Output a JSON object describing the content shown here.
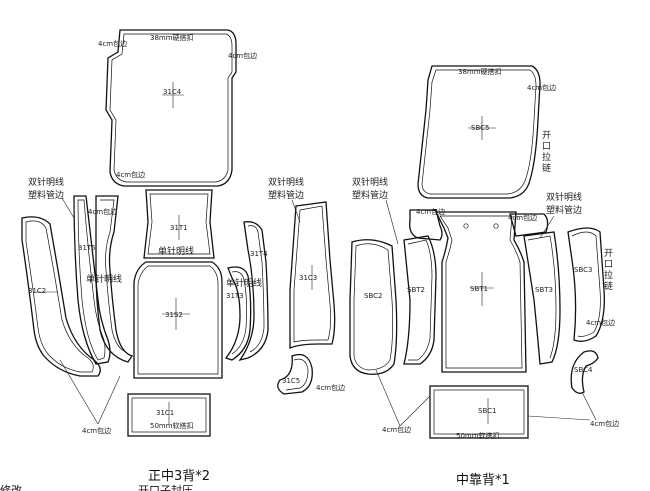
{
  "titles": {
    "left": "正中3背*2",
    "left_sub": "开口子封压",
    "right": "中靠背*1",
    "edge_fragment": "修改"
  },
  "left_pattern": {
    "top_panel": "31C4",
    "center_upper": "31T1",
    "center_lower": "31S2",
    "left_outer": "31C2",
    "left_inner": "31T5",
    "right_inner_a": "31T4",
    "right_inner_b": "31T3",
    "right_outer": "31C3",
    "small_piece": "31C5",
    "bottom_band": "31C1"
  },
  "right_pattern": {
    "top_panel": "SBC5",
    "center": "SBT1",
    "left_outer": "SBC2",
    "left_inner": "SBT2",
    "right_inner": "SBT3",
    "right_outer": "SBC3",
    "small_piece": "SBC4",
    "bottom_band": "SBC1"
  },
  "notes": {
    "buckle_38": "38mm硬搭扣",
    "buckle_50": "50mm软搭扣",
    "edge_4cm": "4cm包边",
    "twin_stitch": "双针明线",
    "plastic_tube": "塑料管边",
    "single_stitch": "单针明线",
    "zip_vertical": [
      "开",
      "口",
      "拉",
      "链"
    ]
  }
}
